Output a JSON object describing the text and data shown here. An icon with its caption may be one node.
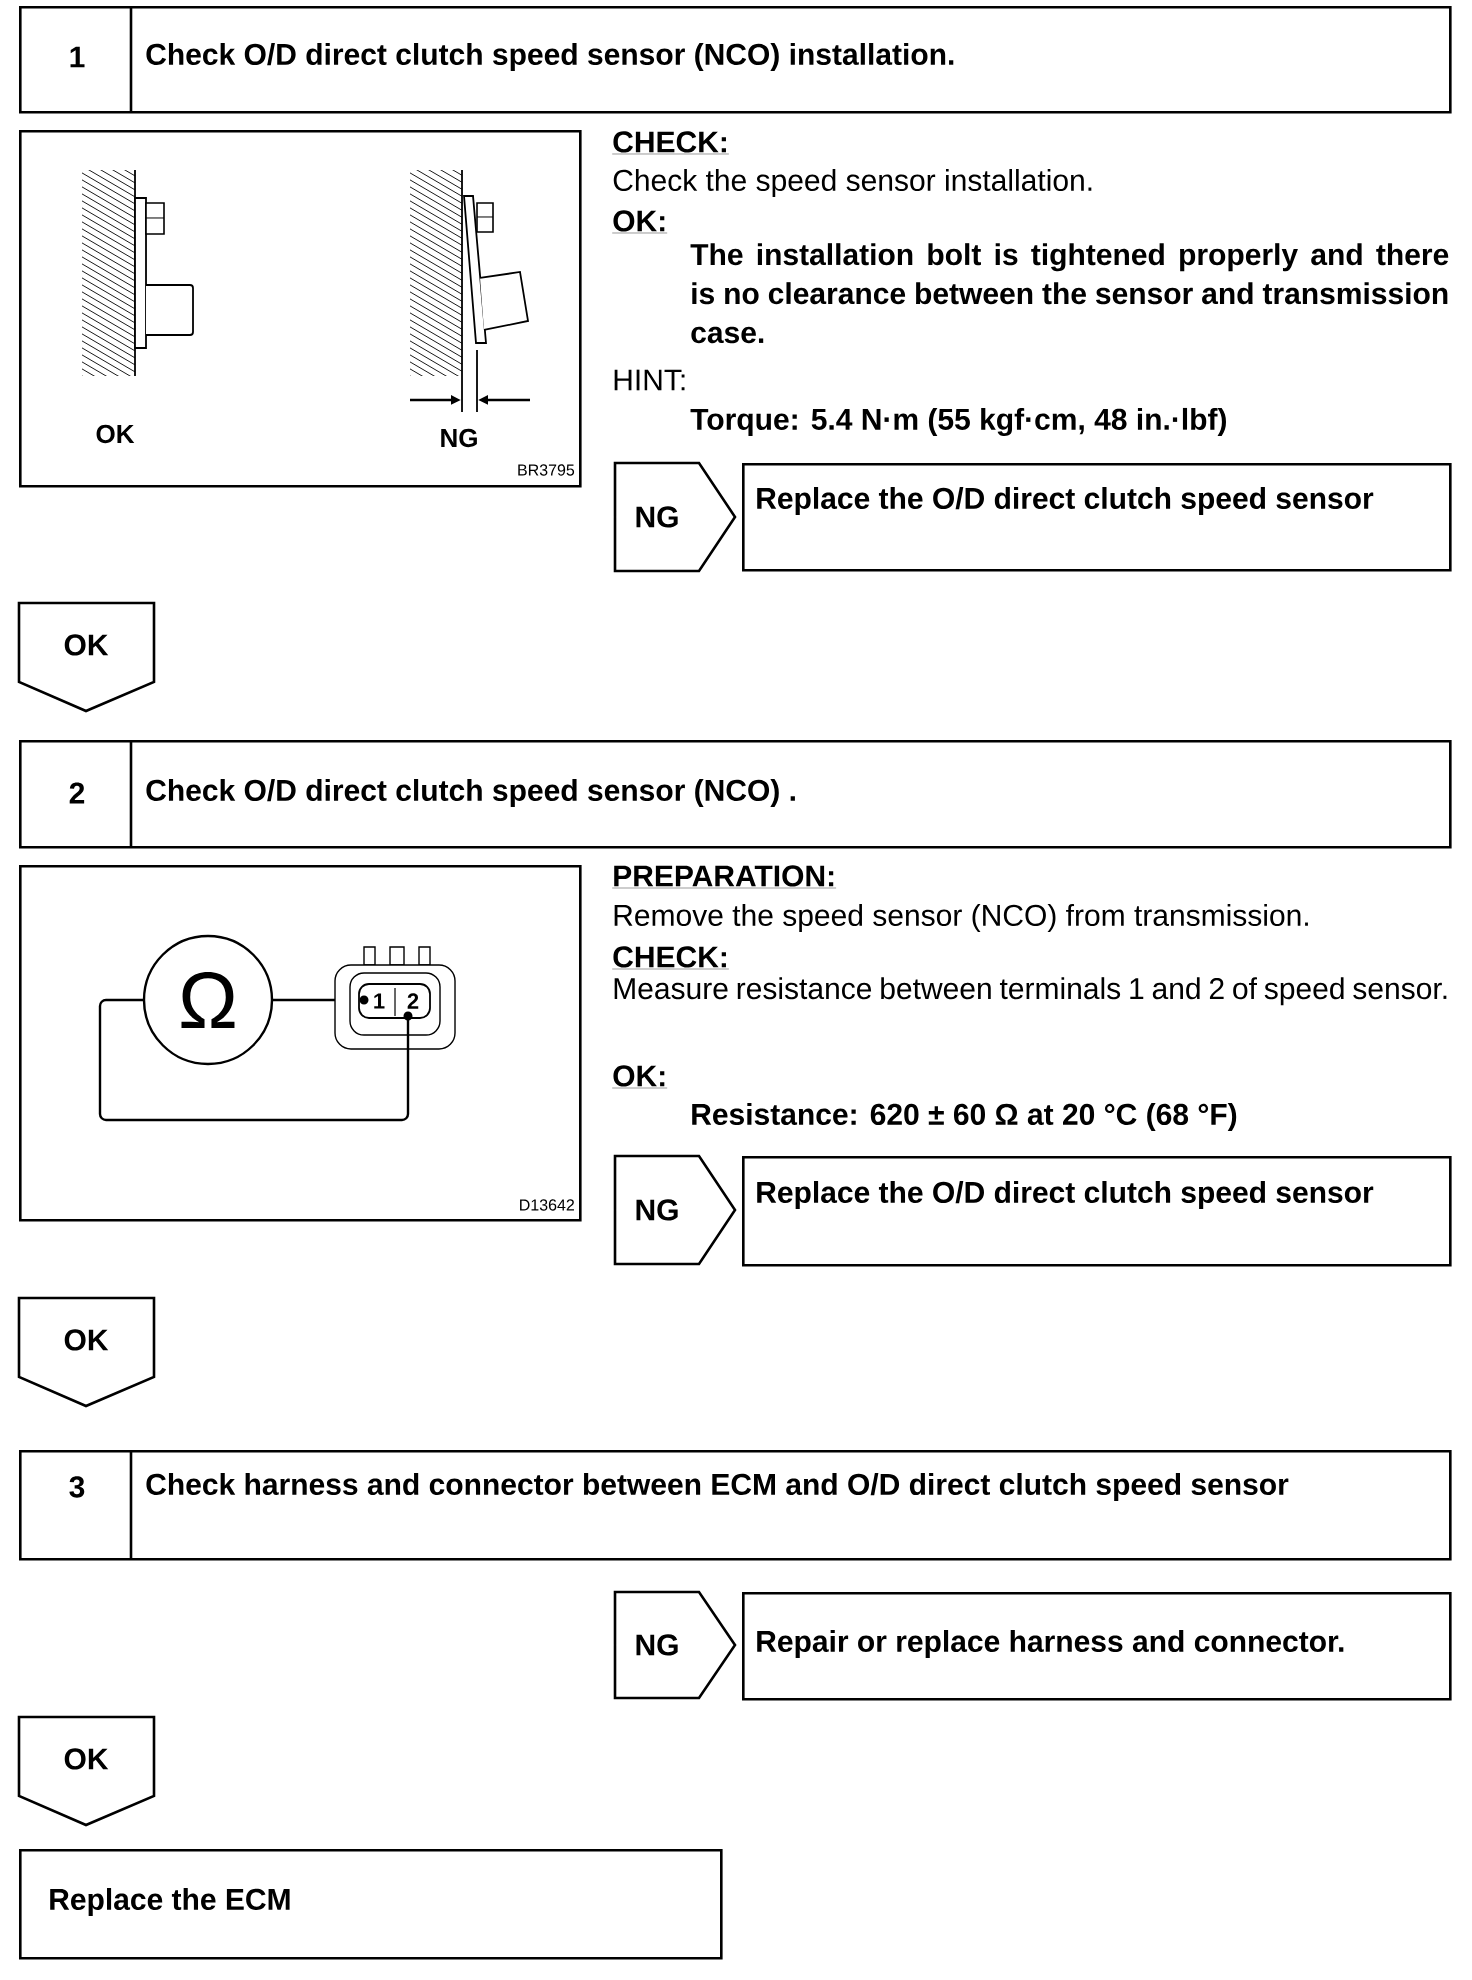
{
  "diagram": {
    "nodes": [
      {
        "text": [
          "1",
          "Check O/D direct clutch speed sensor (NCO) installation."
        ]
      },
      {
        "text": [
          "OK",
          "NG",
          "BR3795"
        ]
      },
      {
        "text": [
          "NG"
        ]
      },
      {
        "text": [
          "Replace the O/D direct clutch speed sensor"
        ]
      },
      {
        "text": [
          "OK"
        ]
      },
      {
        "text": [
          "2",
          "Check O/D direct clutch speed sensor (NCO) ."
        ]
      },
      {
        "text": [
          "Ω",
          "1",
          "2",
          "D13642"
        ]
      },
      {
        "text": [
          "NG"
        ]
      },
      {
        "text": [
          "Replace the O/D direct clutch speed sensor"
        ]
      },
      {
        "text": [
          "OK"
        ]
      },
      {
        "text": [
          "3",
          "Check harness and connector between ECM and O/D direct clutch speed sensor"
        ]
      },
      {
        "text": [
          "NG"
        ]
      },
      {
        "text": [
          "Repair or replace harness and connector."
        ]
      },
      {
        "text": [
          "OK"
        ]
      },
      {
        "text": [
          "Replace the ECM"
        ]
      }
    ],
    "labels": [
      "CHECK:",
      "Check the speed sensor installation.",
      "OK:",
      "The installation bolt is tightened properly and there is no clearance between the sensor and transmission case.",
      "HINT:",
      "Torque: 5.4 N·m (55 kgf·cm, 48 in.·lbf)",
      "PREPARATION:",
      "Remove the speed sensor (NCO) from transmission.",
      "CHECK:",
      "Measure resistance between terminals 1 and 2 of speed sensor.",
      "OK:",
      "Resistance: 620 ± 60 Ω at 20 °C (68 °F)"
    ]
  }
}
